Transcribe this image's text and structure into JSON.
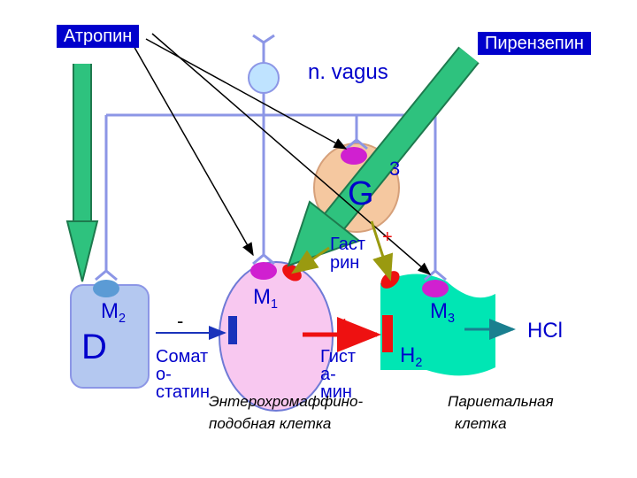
{
  "drugs": {
    "atropine": "Атропин",
    "pirenzepine": "Пирензепин"
  },
  "nerve": {
    "label": "n.   vagus"
  },
  "g_cell": {
    "letter": "G",
    "receptor": "3"
  },
  "gastrin": {
    "line1": "Гаст",
    "line2": "рин",
    "sign": "+"
  },
  "d_cell": {
    "letter": "D",
    "receptor_letter": "M",
    "receptor_sub": "2"
  },
  "somatostatin": {
    "sign": "-",
    "line1": "Сомат",
    "line2": "о-",
    "line3": "статин"
  },
  "ecl_cell": {
    "receptor_letter": "M",
    "receptor_sub": "1",
    "caption_line1": "Энтерохромаффино-",
    "caption_line2": "подобная  клетка"
  },
  "histamine": {
    "sign": "+",
    "line1": "Гист",
    "line2": "а-",
    "line3": "мин",
    "receptor_letter": "H",
    "receptor_sub": "2"
  },
  "parietal_cell": {
    "receptor_letter": "M",
    "receptor_sub": "3",
    "caption_line1": "Париетальная",
    "caption_line2": "клетка"
  },
  "acid": {
    "label": "HCl"
  },
  "colors": {
    "wire": "#8c96e6",
    "receptor": "#5b9bd5",
    "d_cell": "#b4c8f0",
    "ecl_cell": "#f8c8f0",
    "parietal": "#00e6b4",
    "g_cell": "#f5c8a0",
    "receptor_pink": "#d020d0",
    "blocker_red": "#ee1111",
    "blocker_blue": "#1a33bb",
    "box": "#0000cc",
    "green": "#2ec27e",
    "hcl_arrow": "#1a7f8f"
  }
}
